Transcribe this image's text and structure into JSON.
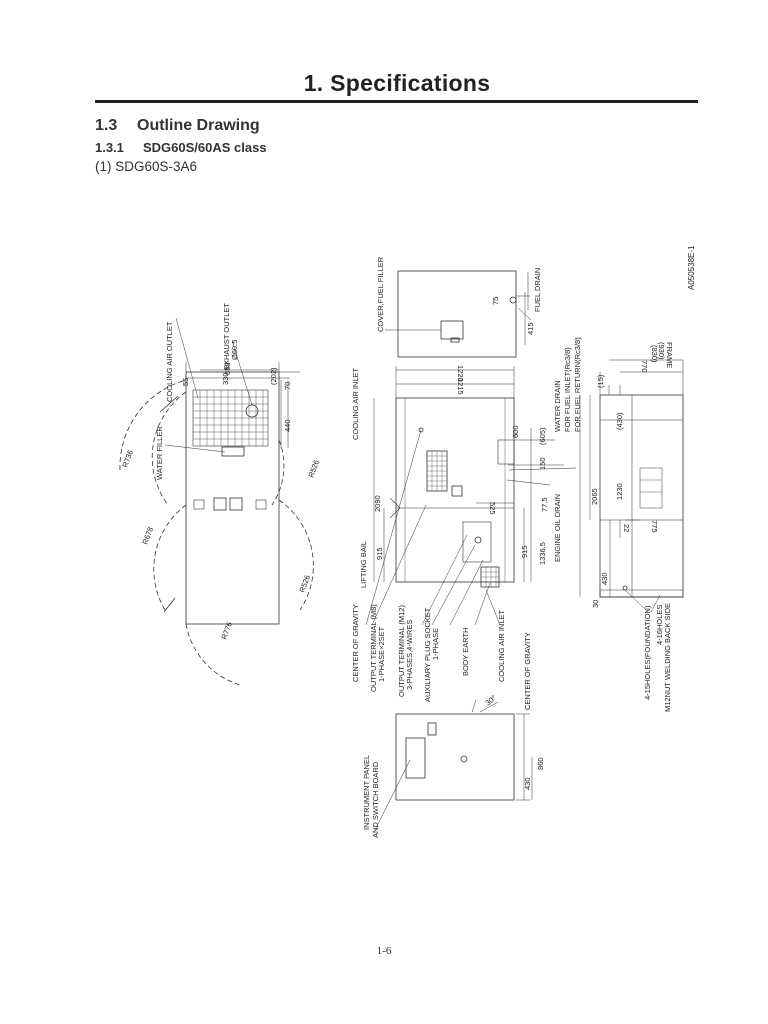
{
  "header": {
    "title": "1. Specifications"
  },
  "section": {
    "num": "1.3",
    "title": "Outline Drawing",
    "sub_num": "1.3.1",
    "sub_title": "SDG60S/60AS class",
    "item": "(1) SDG60S-3A6"
  },
  "drawing": {
    "drawing_no": "A050538E-1",
    "top_view": {
      "labels": {
        "cooling_air_outlet": "COOLING AIR OUTLET",
        "exhaust_outlet": "EXHAUST OUTLET",
        "exhaust_dia": "Ø60.5",
        "water_filler": "WATER FILLER"
      },
      "dims": {
        "d55": "55",
        "d658": "658",
        "d330": "330",
        "d202": "(202)",
        "d70": "70",
        "d440": "440"
      },
      "door_radii": [
        "R736",
        "R526",
        "R678",
        "R526",
        "R776"
      ]
    },
    "side_view": {
      "labels": {
        "cooling_air_inlet": "COOLING AIR INLET",
        "lifting_bail": "LIFTING BAIL",
        "center_of_gravity": "CENTER OF GRAVITY",
        "output_terminal_m8": "OUTPUT TERMINAL (M8)",
        "phase_1_2set": "1-PHASE×2SET",
        "output_terminal_m12": "OUTPUT TERMINAL (M12)",
        "phase_3_4wires": "3-PHASES,4-WIRES",
        "auxiliary_plug_socket": "AUXILIARY PLUG SOCKET",
        "phase_1": "1-PHASE",
        "body_earth": "BODY EARTH",
        "cooling_air_inlet2": "COOLING AIR INLET",
        "center_of_gravity2": "CENTER OF GRAVITY",
        "engine_oil_drain": "ENGINE OIL DRAIN",
        "water_drain": "WATER DRAIN",
        "fuel_inlet": "FOR FUEL INLET(Rc3/8)",
        "fuel_return": "FOR FUEL RETURN(Rc3/8)"
      },
      "dims": {
        "d1220": "1220",
        "d1215": "1215",
        "d2090": "2090",
        "d915a": "915",
        "d915b": "915",
        "d1336": "1336.5",
        "d525": "525",
        "d775": "77.5",
        "d150": "150",
        "d605": "(605)",
        "d600": "600",
        "d15": "(15)"
      }
    },
    "front_view": {
      "labels": {
        "frame": "FRAME",
        "holes16": "4-16HOLES",
        "holes15": "4-15HOLES(FOUNDATION)",
        "welding_back": "M12NUT WELDING BACK SIDE"
      },
      "dims": {
        "d930": "(930)",
        "d770": "770",
        "d830": "(830)",
        "d2065": "2065",
        "d1230": "1230",
        "d430a": "(430)",
        "d430b": "430",
        "d30": "30",
        "d775": "775",
        "d22": "22"
      }
    },
    "cover_view": {
      "labels": {
        "cover_fuel_filler": "COVER,FUEL FILLER",
        "fuel_drain": "FUEL DRAIN"
      },
      "dims": {
        "d415": "415",
        "d75": "75"
      }
    },
    "panel_view": {
      "labels": {
        "instrument_panel": "INSTRUMENT PANEL",
        "switch_board": "AND SWITCH BOARD"
      },
      "dims": {
        "d860": "860",
        "d430": "430",
        "d30deg": "30°"
      }
    }
  },
  "footer": {
    "page_number": "1-6"
  }
}
